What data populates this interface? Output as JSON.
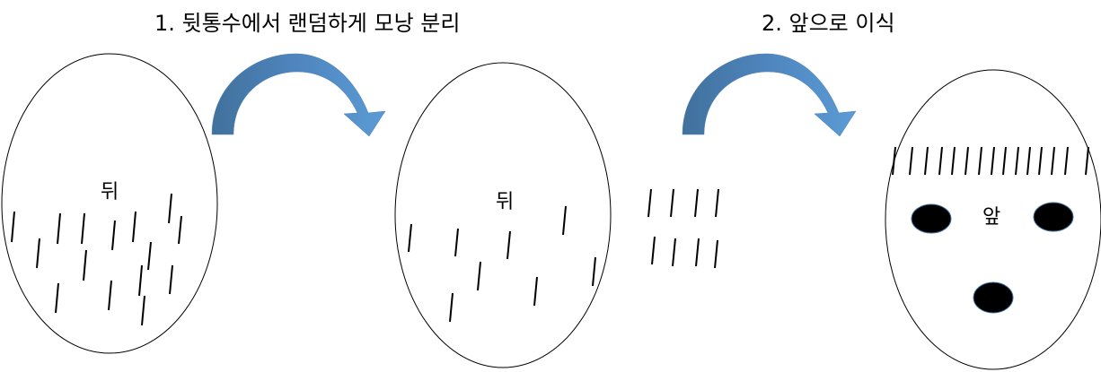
{
  "steps": [
    {
      "label": "1. 뒷통수에서 랜덤하게 모낭 분리"
    },
    {
      "label": "2. 앞으로 이식"
    }
  ],
  "heads": [
    {
      "label": "뒤"
    },
    {
      "label": "뒤"
    },
    {
      "label": "앞"
    }
  ],
  "colors": {
    "arrow_light": "#5b9bd5",
    "arrow_dark": "#41719c",
    "stroke": "#000000",
    "fill": "#ffffff"
  },
  "icons": {
    "arrow": "curved-arrow-icon",
    "follicle": "hair-strand-icon",
    "eye": "filled-ellipse-icon",
    "mouth": "filled-ellipse-icon"
  }
}
